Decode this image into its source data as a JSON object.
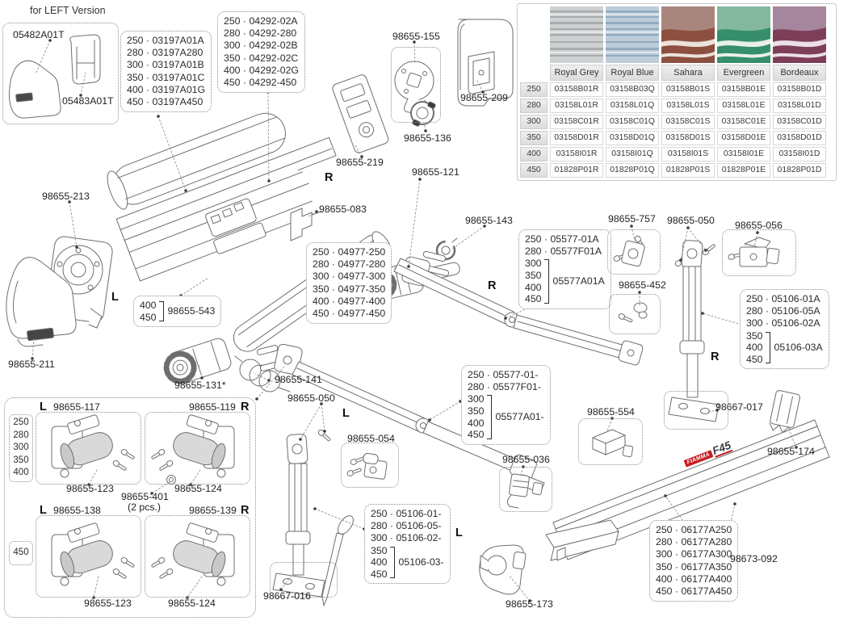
{
  "note_left": "for LEFT Version",
  "brand": {
    "name": "FIAMMA",
    "model": "F45"
  },
  "caps": {
    "outer": "05482A01T",
    "inner": "05483A01T"
  },
  "letters": {
    "l": "L",
    "r": "R"
  },
  "parts": {
    "p213": "98655-213",
    "p211": "98655-211",
    "p155": "98655-155",
    "p136": "98655-136",
    "p209": "98655-209",
    "p219": "98655-219",
    "p121": "98655-121",
    "p143": "98655-143",
    "p083": "98655-083",
    "p131": "98655-131*",
    "p141": "98655-141",
    "p050": "98655-050",
    "p054": "98655-054",
    "p036": "98655-036",
    "p757": "98655-757",
    "p452": "98655-452",
    "p056": "98655-056",
    "p554": "98655-554",
    "p017": "98667-017",
    "p174": "98655-174",
    "p092": "98673-092",
    "p016": "98667-016",
    "p173": "98655-173"
  },
  "lists": {
    "case_profile": {
      "lines": [
        "250 · 03197A01A",
        "280 · 03197A280",
        "300 · 03197A01B",
        "350 · 03197A01C",
        "400 · 03197A01G",
        "450 · 03197A450"
      ]
    },
    "fabric_roll": {
      "lines": [
        "250 · 04292-02A",
        "280 · 04292-280",
        "300 · 04292-02B",
        "350 · 04292-02C",
        "400 · 04292-02G",
        "450 · 04292-450"
      ]
    },
    "roller_tube": {
      "lines": [
        "250 · 04977-250",
        "280 · 04977-280",
        "300 · 04977-300",
        "350 · 04977-350",
        "400 · 04977-400",
        "450 · 04977-450"
      ]
    },
    "arm_right": {
      "lines": [
        "250 · 05577-01A",
        "280 · 05577F01A"
      ],
      "bracket_sizes": [
        "300",
        "350",
        "400",
        "450"
      ],
      "bracket_code": "05577A01A"
    },
    "arm_left": {
      "lines": [
        "250 · 05577-01-",
        "280 · 05577F01-"
      ],
      "bracket_sizes": [
        "300",
        "350",
        "400",
        "450"
      ],
      "bracket_code": "05577A01-"
    },
    "leg_right": {
      "lines": [
        "250 · 05106-01A",
        "280 · 05106-05A",
        "300 · 05106-02A"
      ],
      "bracket_sizes": [
        "350",
        "400",
        "450"
      ],
      "bracket_code": "05106-03A"
    },
    "leg_left": {
      "lines": [
        "250 · 05106-01-",
        "280 · 05106-05-",
        "300 · 05106-02-"
      ],
      "bracket_sizes": [
        "350",
        "400",
        "450"
      ],
      "bracket_code": "05106-03-"
    },
    "lead_bar": {
      "lines": [
        "250 · 06177A250",
        "280 · 06177A280",
        "300 · 06177A300",
        "350 · 06177A350",
        "400 · 06177A400",
        "450 · 06177A450"
      ]
    },
    "roller_support": {
      "sizes": [
        "400",
        "450"
      ],
      "code": "98655-543"
    }
  },
  "bracket_kit": {
    "sizes_upper": [
      "250",
      "280",
      "300",
      "350",
      "400"
    ],
    "sizes_lower": [
      "450"
    ],
    "upper_left": "98655-117",
    "upper_right": "98655-119",
    "lower_left": "98655-138",
    "lower_right": "98655-139",
    "sub_left": "98655-123",
    "sub_right": "98655-124",
    "nut": "98655-401",
    "nut_qty": "(2 pcs.)"
  },
  "fabric_table": {
    "columns": [
      "Royal Grey",
      "Royal Blue",
      "Sahara",
      "Evergreen",
      "Bordeaux"
    ],
    "rows": [
      {
        "size": "250",
        "codes": [
          "03158B01R",
          "03158B03Q",
          "03158B01S",
          "03158B01E",
          "03158B01D"
        ]
      },
      {
        "size": "280",
        "codes": [
          "03158L01R",
          "03158L01Q",
          "03158L01S",
          "03158L01E",
          "03158L01D"
        ]
      },
      {
        "size": "300",
        "codes": [
          "03158C01R",
          "03158C01Q",
          "03158C01S",
          "03158C01E",
          "03158C01D"
        ]
      },
      {
        "size": "350",
        "codes": [
          "03158D01R",
          "03158D01Q",
          "03158D01S",
          "03158D01E",
          "03158D01D"
        ]
      },
      {
        "size": "400",
        "codes": [
          "03158I01R",
          "03158I01Q",
          "03158I01S",
          "03158I01E",
          "03158I01D"
        ]
      },
      {
        "size": "450",
        "codes": [
          "01828P01R",
          "01828P01Q",
          "01828P01S",
          "01828P01E",
          "01828P01D"
        ]
      }
    ],
    "swatches": {
      "royal_grey": {
        "base": "#ced1d2",
        "stripe": "#a7acae"
      },
      "royal_blue": {
        "base": "#bdccd9",
        "stripe": "#92abc0"
      },
      "sahara": {
        "top": "#a8867e",
        "dark": "#8d5040",
        "light": "#ece3db"
      },
      "evergreen": {
        "top": "#83b89e",
        "dark": "#368e6c",
        "light": "#e9f0ea"
      },
      "bordeaux": {
        "top": "#a5869c",
        "dark": "#7e3e58",
        "light": "#ecdfe7"
      }
    }
  },
  "accent_red": "#c41b22"
}
